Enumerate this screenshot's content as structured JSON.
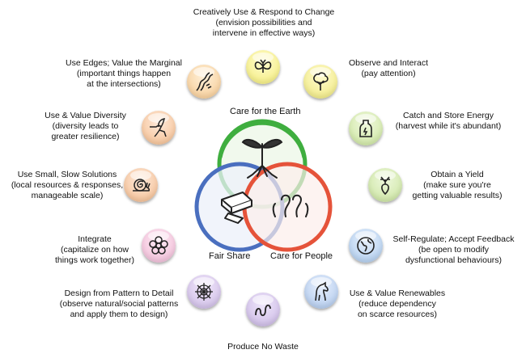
{
  "colors": {
    "earth": "#3fae3f",
    "people": "#e5533a",
    "share": "#4a6fbf",
    "orb_yellow": "#f3ec74",
    "orb_green": "#c9e49a",
    "orb_orange": "#f6be8c",
    "orb_pink": "#efb7d4",
    "orb_blue": "#a9c8ec",
    "orb_purple": "#c7b3e2"
  },
  "ethics": {
    "earth": "Care for the Earth",
    "people": "Care for People",
    "share": "Fair Share"
  },
  "principles": [
    {
      "title": "Creatively Use & Respond to Change",
      "sub1": "(envision possibilities and",
      "sub2": "intervene in effective ways)",
      "icon": "butterfly-icon"
    },
    {
      "title": "Observe and Interact",
      "sub1": "(pay attention)",
      "sub2": "",
      "icon": "tree-icon"
    },
    {
      "title": "Catch and Store Energy",
      "sub1": "(harvest while it's abundant)",
      "sub2": "",
      "icon": "jar-icon"
    },
    {
      "title": "Obtain a Yield",
      "sub1": "(make sure you're",
      "sub2": "getting valuable results)",
      "icon": "beet-icon"
    },
    {
      "title": "Self-Regulate; Accept Feedback",
      "sub1": "(be open to modify",
      "sub2": "dysfunctional behaviours)",
      "icon": "globe-icon"
    },
    {
      "title": "Use & Value Renewables",
      "sub1": "(reduce dependency",
      "sub2": "on scarce resources)",
      "icon": "horse-icon"
    },
    {
      "title": "Produce No Waste",
      "sub1": "",
      "sub2": "",
      "icon": "worm-icon"
    },
    {
      "title": "Design from Pattern to Detail",
      "sub1": "(observe natural/social patterns",
      "sub2": "and apply them to design)",
      "icon": "spiderweb-icon"
    },
    {
      "title": "Integrate",
      "sub1": "(capitalize on how",
      "sub2": "things work together)",
      "icon": "flower-icon"
    },
    {
      "title": "Use Small, Slow Solutions",
      "sub1": "(local resources & responses,",
      "sub2": "manageable scale)",
      "icon": "snail-icon"
    },
    {
      "title": "Use & Value Diversity",
      "sub1": "(diversity leads to",
      "sub2": "greater resilience)",
      "icon": "hummingbird-icon"
    },
    {
      "title": "Use Edges; Value the Marginal",
      "sub1": "(important things happen",
      "sub2": "at the intersections)",
      "icon": "river-icon"
    }
  ]
}
